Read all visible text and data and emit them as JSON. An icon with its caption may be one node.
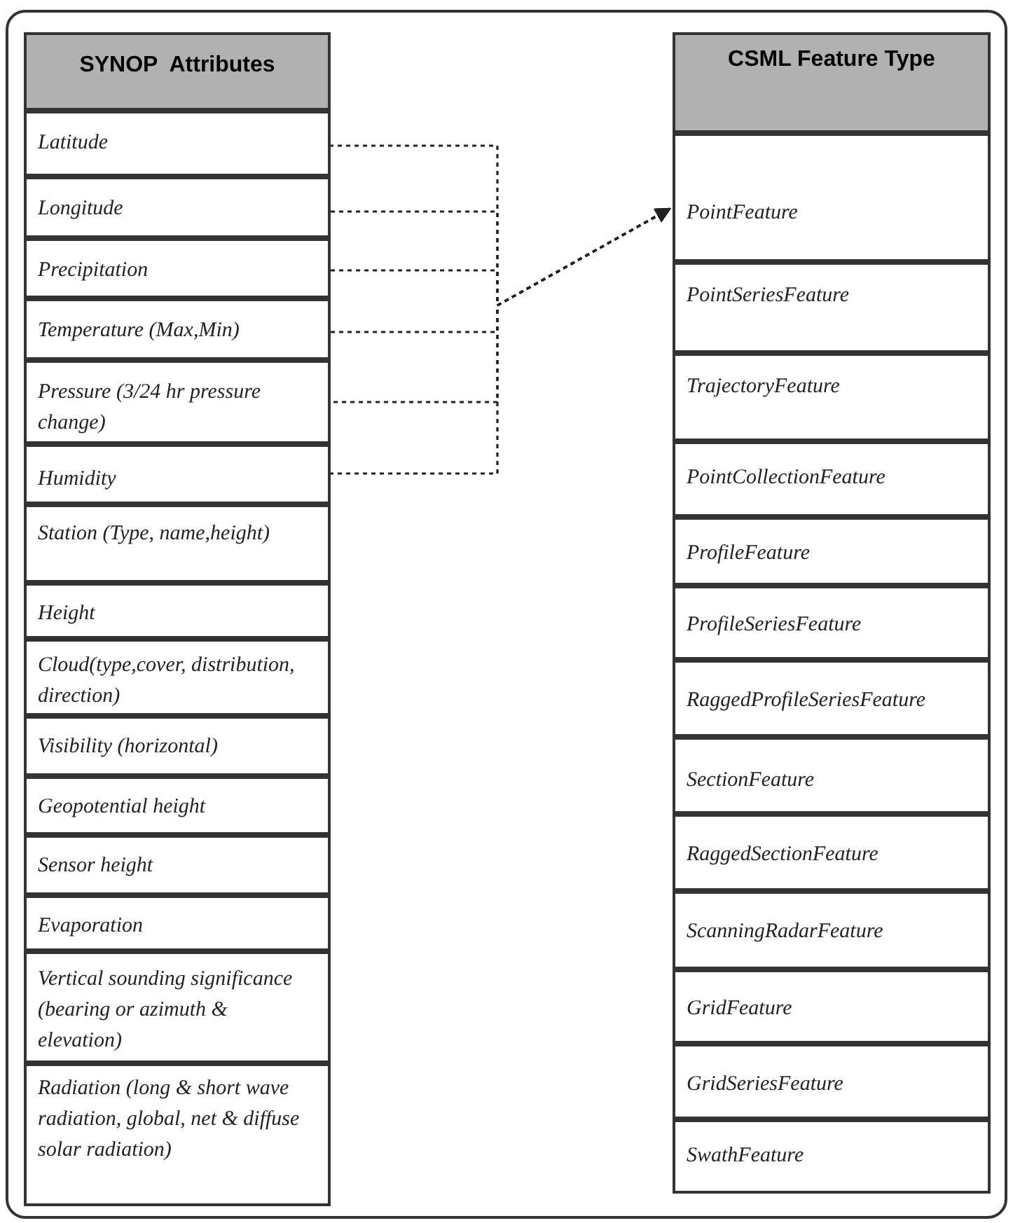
{
  "diagram": {
    "nodes": [
      {
        "text": [
          "SYNOP  Attributes"
        ]
      },
      {
        "text": [
          "Latitude"
        ]
      },
      {
        "text": [
          "Longitude"
        ]
      },
      {
        "text": [
          "Precipitation"
        ]
      },
      {
        "text": [
          "Temperature (Max,Min)"
        ]
      },
      {
        "text": [
          "Pressure (3/24 hr pressure change)"
        ]
      },
      {
        "text": [
          "Humidity"
        ]
      },
      {
        "text": [
          "Station (Type, name,height)"
        ]
      },
      {
        "text": [
          "Height"
        ]
      },
      {
        "text": [
          "Cloud(type,cover, distribution, direction)"
        ]
      },
      {
        "text": [
          "Visibility (horizontal)"
        ]
      },
      {
        "text": [
          "Geopotential height"
        ]
      },
      {
        "text": [
          "Sensor height"
        ]
      },
      {
        "text": [
          "Evaporation"
        ]
      },
      {
        "text": [
          "Vertical sounding significance (bearing or azimuth & elevation)"
        ]
      },
      {
        "text": [
          "Radiation (long & short wave radiation, global, net & diffuse solar radiation)"
        ]
      },
      {
        "text": [
          "CSML Feature Type"
        ]
      },
      {
        "text": [
          "PointFeature"
        ]
      },
      {
        "text": [
          "PointSeriesFeature"
        ]
      },
      {
        "text": [
          "TrajectoryFeature"
        ]
      },
      {
        "text": [
          "PointCollectionFeature"
        ]
      },
      {
        "text": [
          "ProfileFeature"
        ]
      },
      {
        "text": [
          "ProfileSeriesFeature"
        ]
      },
      {
        "text": [
          "RaggedProfileSeriesFeature"
        ]
      },
      {
        "text": [
          "SectionFeature"
        ]
      },
      {
        "text": [
          "RaggedSectionFeature"
        ]
      },
      {
        "text": [
          "ScanningRadarFeature"
        ]
      },
      {
        "text": [
          "GridFeature"
        ]
      },
      {
        "text": [
          "GridSeriesFeature"
        ]
      },
      {
        "text": [
          "SwathFeature"
        ]
      }
    ],
    "edges": [
      {
        "from": 1,
        "to": 17,
        "arrow": "to",
        "style": "dashed"
      },
      {
        "from": 2,
        "to": 17,
        "arrow": "to",
        "style": "dashed"
      },
      {
        "from": 3,
        "to": 17,
        "arrow": "to",
        "style": "dashed"
      },
      {
        "from": 4,
        "to": 17,
        "arrow": "to",
        "style": "dashed"
      },
      {
        "from": 5,
        "to": 17,
        "arrow": "to",
        "style": "dashed"
      },
      {
        "from": 6,
        "to": 17,
        "arrow": "to",
        "style": "dashed"
      }
    ]
  }
}
